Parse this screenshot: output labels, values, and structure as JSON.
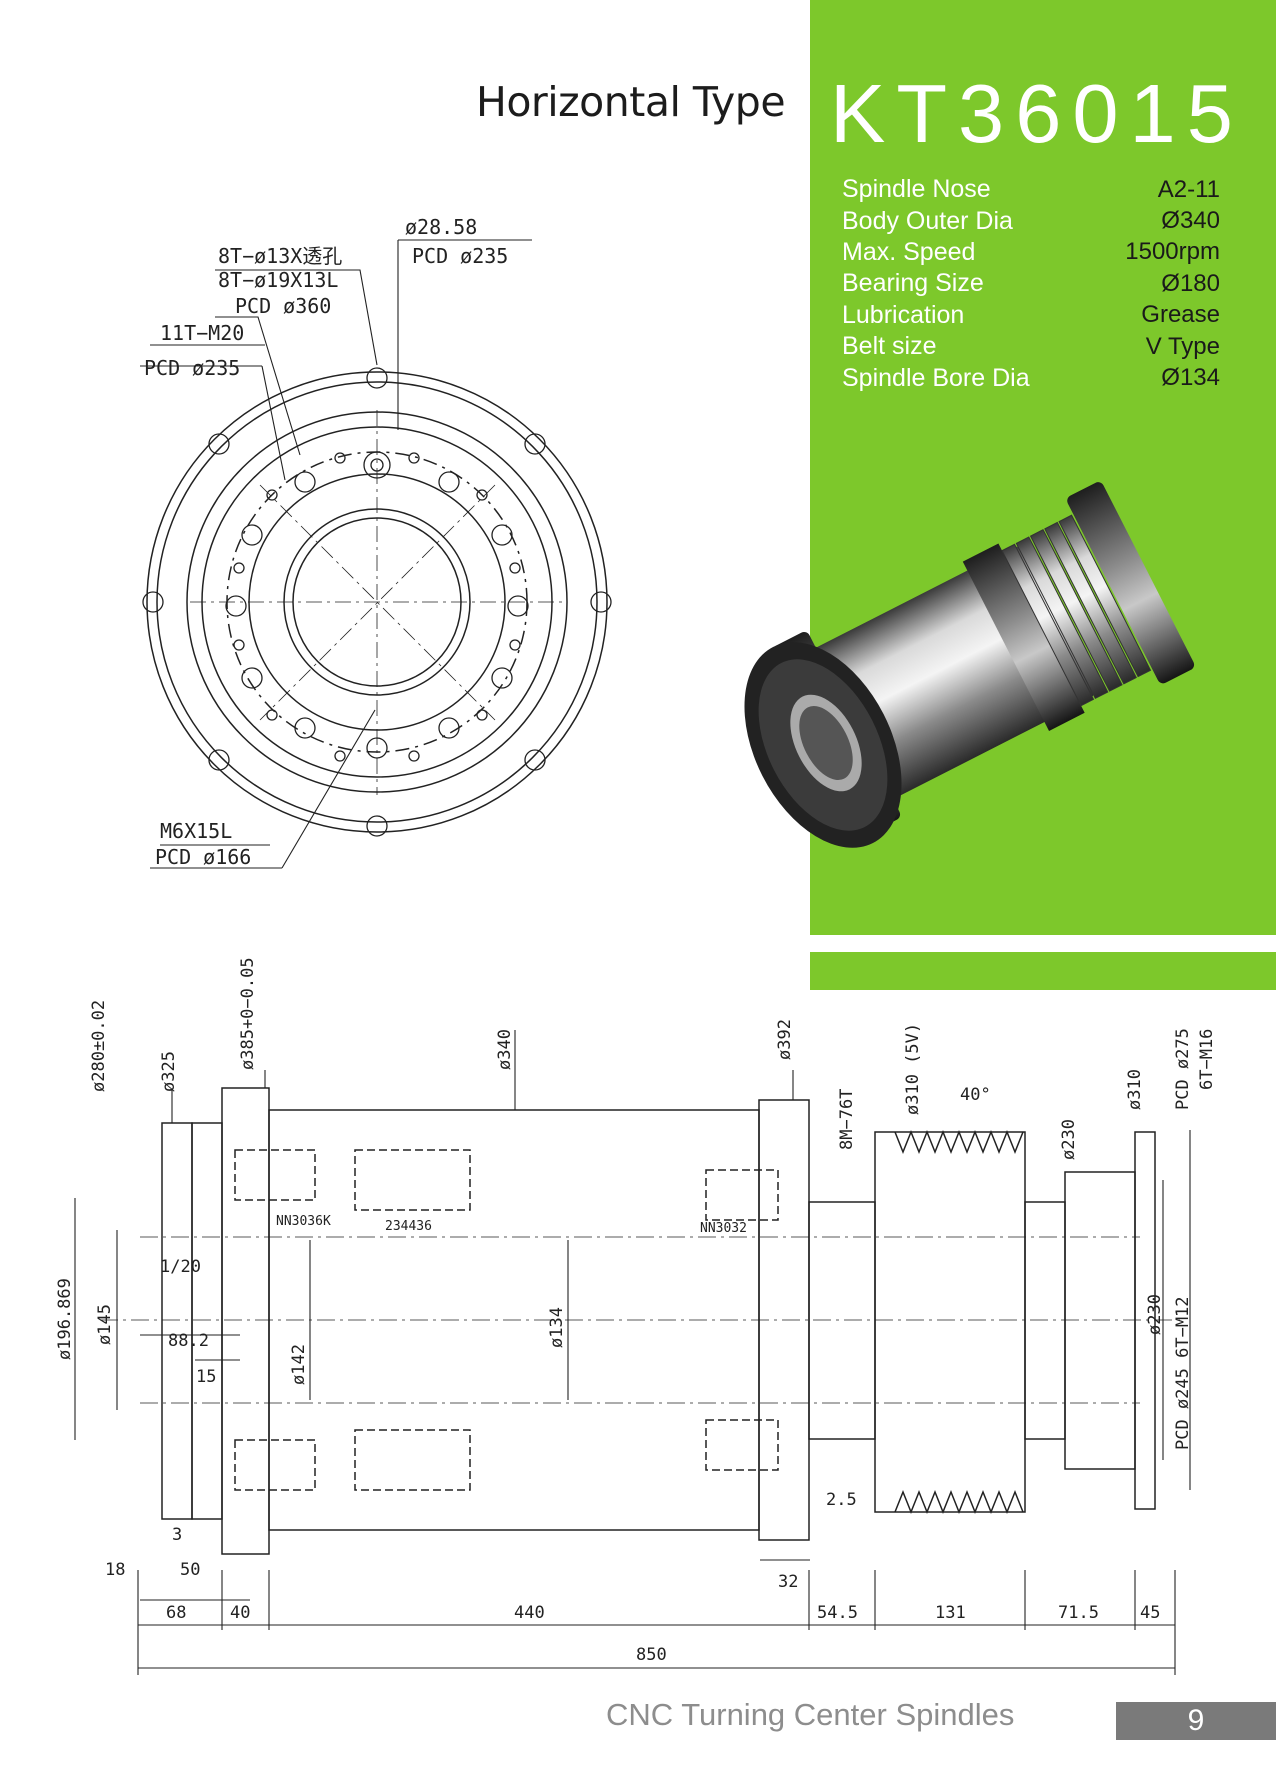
{
  "header": {
    "type_label": "Horizontal Type",
    "model": "KT36015"
  },
  "specs": [
    {
      "key": "Spindle Nose",
      "value": "A2-11"
    },
    {
      "key": "Body Outer Dia",
      "value": "Ø340"
    },
    {
      "key": "Max. Speed",
      "value": "1500rpm"
    },
    {
      "key": "Bearing Size",
      "value": "Ø180"
    },
    {
      "key": "Lubrication",
      "value": "Grease"
    },
    {
      "key": "Belt size",
      "value": "V Type"
    },
    {
      "key": "Spindle Bore Dia",
      "value": "Ø134"
    }
  ],
  "front_view": {
    "callout_diameter": "ø28.58",
    "callout_pcd_small": "PCD ø235",
    "through_holes": "8T−ø13X透孔",
    "counterbore": "8T−ø19X13L",
    "pcd_large": "PCD ø360",
    "tapped": "11T−M20",
    "pcd_tapped": "PCD ø235",
    "m6": "M6X15L",
    "pcd_m6": "PCD ø166"
  },
  "side_view": {
    "d280": "ø280±0.02",
    "d325": "ø325",
    "d385": "ø385+0−0.05",
    "d340": "ø340",
    "d392": "ø392",
    "thread": "8M−76T",
    "d310_5v": "ø310 (5V)",
    "angle": "40°",
    "d230_top": "ø230",
    "d310_top": "ø310",
    "pcd275": "PCD ø275",
    "m16": "6T−M16",
    "bearing_front": "NN3036K",
    "bearing_mid": "234436",
    "bearing_rear": "NN3032",
    "taper": "1/20",
    "d196": "ø196.869",
    "d145": "ø145",
    "d88": "88.2",
    "d15": "15",
    "d142": "ø142",
    "d134": "ø134",
    "d230_right": "ø230",
    "pcd245": "PCD ø245 6T−M12",
    "d2_5": "2.5",
    "d3": "3",
    "d18": "18",
    "d50": "50",
    "d32": "32",
    "len_68": "68",
    "len_40": "40",
    "len_440": "440",
    "len_54_5": "54.5",
    "len_131": "131",
    "len_71_5": "71.5",
    "len_45": "45",
    "len_850": "850"
  },
  "footer": {
    "title": "CNC Turning Center Spindles",
    "page": "9"
  }
}
